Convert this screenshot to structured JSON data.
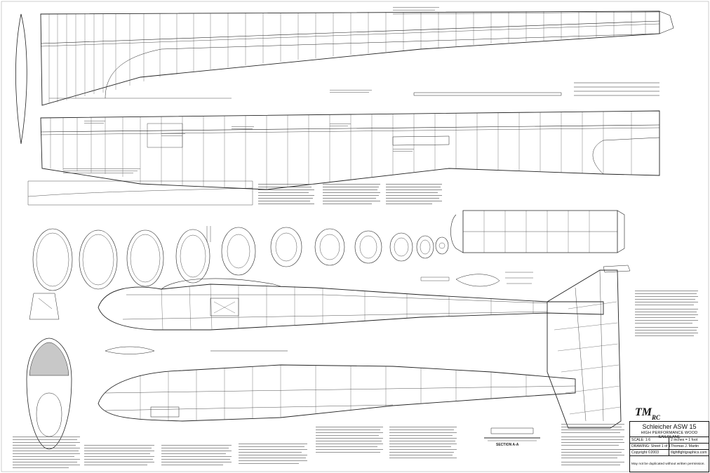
{
  "plan": {
    "title": "Schleicher ASW 15",
    "subtitle": "HIGH PERFORMANCE WOOD SAILPLANE",
    "scale_label": "SCALE: 1:6",
    "scale_value": "2 inches = 1 foot",
    "drawing_label": "DRAWING: Sheet 1 of 1",
    "author": "Thomas J. Martin",
    "copyright": "Copyright ©2003",
    "website": "tlightfightgraphics.com",
    "notice": "May not be duplicated without written permission."
  },
  "logo": {
    "mark": "TM",
    "sub": "RC"
  },
  "labels": {
    "section_a": "SECTION A-A"
  },
  "colors": {
    "ink": "#111111",
    "paper": "#ffffff",
    "light_ink": "#555555"
  }
}
